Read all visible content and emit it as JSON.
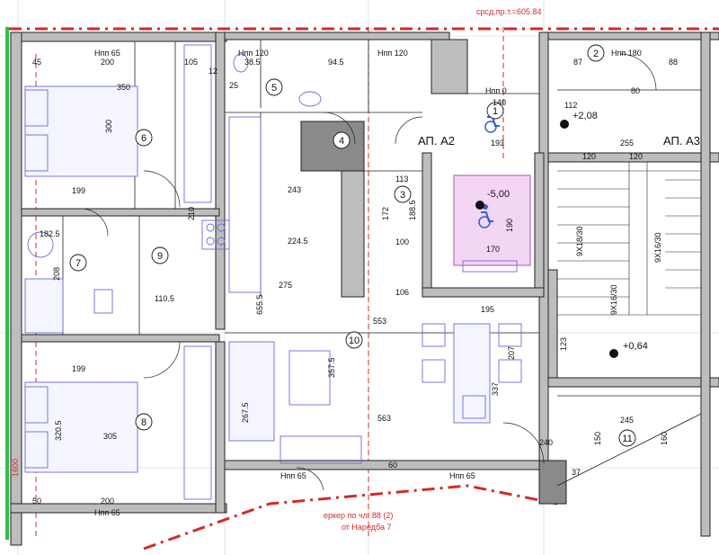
{
  "top_note": "срсд.пр.т.=605.84",
  "apartments": [
    {
      "id": "apt-a2",
      "label": "АП. А2"
    },
    {
      "id": "apt-a3",
      "label": "АП. А3"
    }
  ],
  "rooms": [
    {
      "id": "1",
      "label": "1"
    },
    {
      "id": "2",
      "label": "2"
    },
    {
      "id": "3",
      "label": "3"
    },
    {
      "id": "4",
      "label": "4"
    },
    {
      "id": "5",
      "label": "5"
    },
    {
      "id": "6",
      "label": "6"
    },
    {
      "id": "7",
      "label": "7"
    },
    {
      "id": "8",
      "label": "8"
    },
    {
      "id": "9",
      "label": "9"
    },
    {
      "id": "10",
      "label": "10"
    },
    {
      "id": "11",
      "label": "11"
    }
  ],
  "levels": {
    "level_a": "+2,08",
    "level_b": "+0,64",
    "level_c": "-5,00"
  },
  "stairs": {
    "stair_a": "9X18/30",
    "stair_b": "9X16/30",
    "stair_c": "9X16/30"
  },
  "bay_note": {
    "line1": "еркер по чл. 88 (2)",
    "line2": "от Наредба 7"
  },
  "side_dim": "1600",
  "window_tags": [
    "Нпп 65",
    "Нпп 120",
    "Нпп 120",
    "Нпп 0",
    "Нпп 180",
    "Нпп 65",
    "Нпп 65",
    "Нпп 65"
  ],
  "dimensions": {
    "d_45": "45",
    "d_200a": "200",
    "d_105": "105",
    "d_350": "350",
    "d_300": "300",
    "d_199a": "199",
    "d_182_5": "182.5",
    "d_208": "208",
    "d_110_5": "110.5",
    "d_199b": "199",
    "d_320_5": "320.5",
    "d_305": "305",
    "d_200b": "200",
    "d_50": "50",
    "d_38_5": "38.5",
    "d_94_5": "94.5",
    "d_243": "243",
    "d_224_5": "224.5",
    "d_275": "275",
    "d_655_5": "655.5",
    "d_553": "553",
    "d_357_5": "357.5",
    "d_563": "563",
    "d_267_5": "267.5",
    "d_172": "172",
    "d_188_5": "188.5",
    "d_113": "113",
    "d_100": "100",
    "d_106": "106",
    "d_140": "140",
    "d_193": "193",
    "d_170": "170",
    "d_190": "190",
    "d_195": "195",
    "d_207": "207",
    "d_337": "337",
    "d_87": "87",
    "d_80": "80",
    "d_88": "88",
    "d_112": "112",
    "d_255": "255",
    "d_120a": "120",
    "d_120b": "120",
    "d_123": "123",
    "d_245": "245",
    "d_150": "150",
    "d_160": "160",
    "d_240": "240",
    "d_37": "37",
    "d_60": "60",
    "d_25": "25",
    "d_12": "12",
    "d_210": "210"
  }
}
